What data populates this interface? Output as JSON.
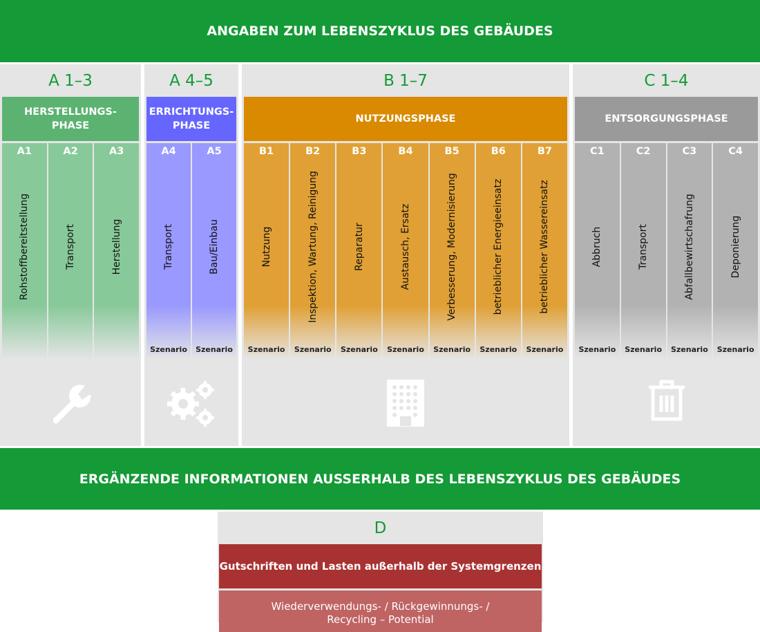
{
  "header": {
    "title": "ANGABEN ZUM LEBENSZYKLUS DES GEBÄUDES"
  },
  "sections": [
    {
      "title": "A 1–3",
      "phase": "HERSTELLUNGS-\nPHASE",
      "icon": "wrench-icon",
      "modules": [
        {
          "code": "A1",
          "label": "Rohstoffbereitstellung"
        },
        {
          "code": "A2",
          "label": "Transport"
        },
        {
          "code": "A3",
          "label": "Herstellung"
        }
      ]
    },
    {
      "title": "A 4–5",
      "phase": "ERRICHTUNGS-\nPHASE",
      "icon": "gears-icon",
      "modules": [
        {
          "code": "A4",
          "label": "Transport",
          "scenario": "Szenario"
        },
        {
          "code": "A5",
          "label": "Bau/Einbau",
          "scenario": "Szenario"
        }
      ]
    },
    {
      "title": "B 1–7",
      "phase": "NUTZUNGSPHASE",
      "icon": "building-icon",
      "modules": [
        {
          "code": "B1",
          "label": "Nutzung",
          "scenario": "Szenario"
        },
        {
          "code": "B2",
          "label": "Inspektion, Wartung, Reinigung",
          "scenario": "Szenario"
        },
        {
          "code": "B3",
          "label": "Reparatur",
          "scenario": "Szenario"
        },
        {
          "code": "B4",
          "label": "Austausch, Ersatz",
          "scenario": "Szenario"
        },
        {
          "code": "B5",
          "label": "Verbesserung, Modernisierung",
          "scenario": "Szenario"
        },
        {
          "code": "B6",
          "label": "betrieblicher Energieeinsatz",
          "scenario": "Szenario"
        },
        {
          "code": "B7",
          "label": "betrieblicher Wassereinsatz",
          "scenario": "Szenario"
        }
      ]
    },
    {
      "title": "C 1–4",
      "phase": "ENTSORGUNGSPHASE",
      "icon": "trash-icon",
      "modules": [
        {
          "code": "C1",
          "label": "Abbruch",
          "scenario": "Szenario"
        },
        {
          "code": "C2",
          "label": "Transport",
          "scenario": "Szenario"
        },
        {
          "code": "C3",
          "label": "Abfallbewirtschafrung",
          "scenario": "Szenario"
        },
        {
          "code": "C4",
          "label": "Deponierung",
          "scenario": "Szenario"
        }
      ]
    }
  ],
  "colors": {
    "A13": [
      "#5cb371",
      "#88c99a"
    ],
    "A45": [
      "#6666ff",
      "#9999ff"
    ],
    "B": [
      "#d98a00",
      "#e0a035"
    ],
    "C": [
      "#9a9a9a",
      "#b2b2b2"
    ]
  },
  "supplementary": {
    "title": "ERGÄNZENDE INFORMATIONEN AUSSERHALB DES LEBENSZYKLUS DES GEBÄUDES"
  },
  "d": {
    "title": "D",
    "heading": "Gutschriften und Lasten außerhalb der Systemgrenzen",
    "description": "Wiederverwendungs- / Rückgewinnungs- /\nRecycling – Potential"
  }
}
